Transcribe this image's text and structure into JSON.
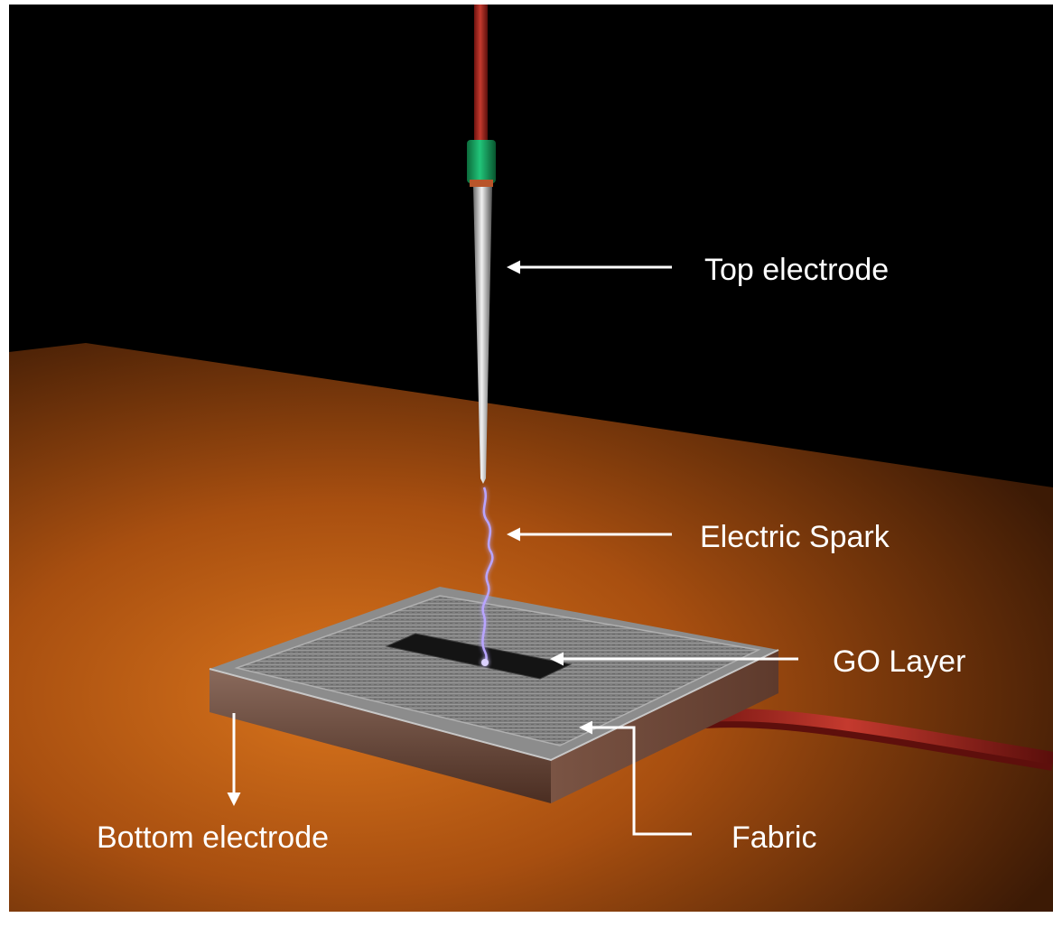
{
  "labels": {
    "top_electrode": "Top electrode",
    "electric_spark": "Electric Spark",
    "go_layer": "GO Layer",
    "bottom_electrode": "Bottom electrode",
    "fabric": "Fabric"
  },
  "colors": {
    "background": "#000000",
    "table": "#b4580f",
    "wire": "#a3201d",
    "connector": "#10a05a",
    "label_text": "#ffffff",
    "spark": "#c8b8ff"
  }
}
